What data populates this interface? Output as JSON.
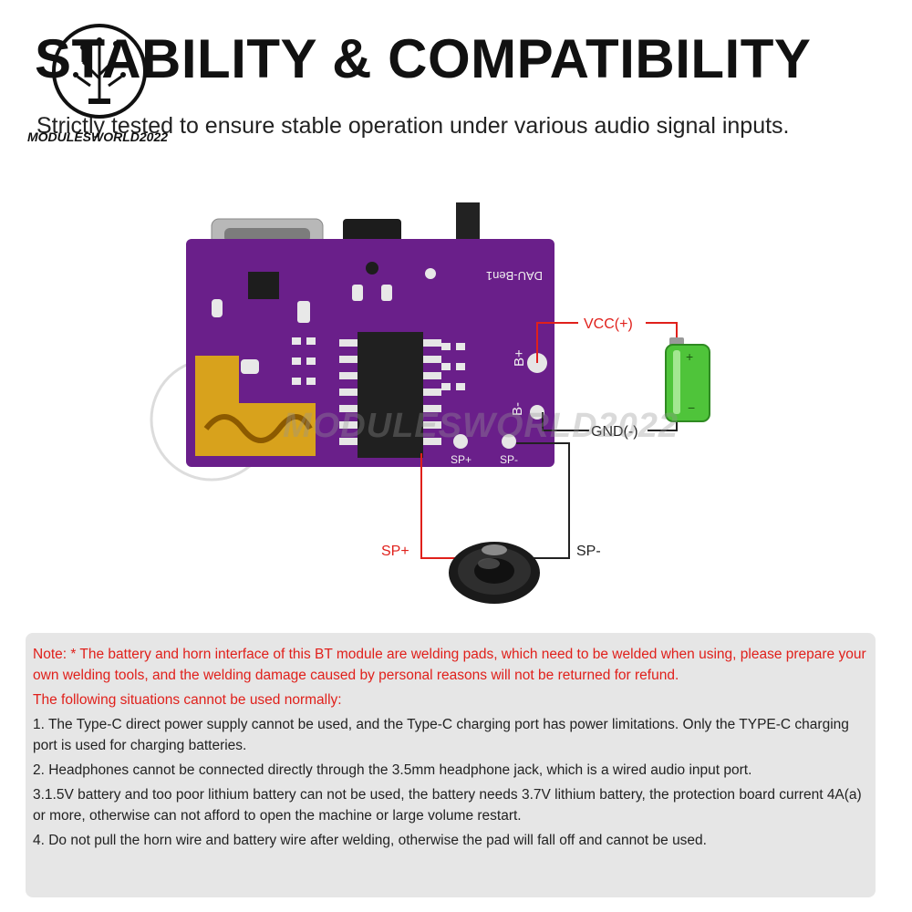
{
  "header": {
    "title": "STABILITY & COMPATIBILITY",
    "subtitle": "Strictly tested to ensure stable operation under various audio signal inputs.",
    "logo_text": "MODULESWORLD2022"
  },
  "diagram": {
    "board_label": "DAU-Ben1",
    "pad_labels": {
      "b_plus": "B+",
      "b_minus": "B-",
      "sp_plus": "SP+",
      "sp_minus": "SP-"
    },
    "callouts": {
      "vcc": "VCC(+)",
      "gnd": "GND(-)",
      "sp_plus": "SP+",
      "sp_minus": "SP-"
    },
    "watermark": "MODULESWORLD2022",
    "colors": {
      "board": "#6a1f8a",
      "wire_red": "#e0201b",
      "wire_black": "#222222",
      "battery_green": "#4fc43a"
    },
    "icons": [
      "battery-icon",
      "speaker-icon",
      "logo-icon"
    ]
  },
  "notes": {
    "note": "Note: * The battery and horn interface of this BT module are welding pads, which need to be welded when using, please prepare your own welding tools, and the welding damage caused by personal reasons will not be returned for refund.",
    "heading": "The following situations cannot be used normally:",
    "items": [
      "1. The Type-C direct power supply cannot be used, and the Type-C charging port has power limitations. Only the TYPE-C charging port is used for charging batteries.",
      "2. Headphones cannot be connected directly through the 3.5mm headphone jack, which is a wired audio input port.",
      "3.1.5V battery and too poor lithium battery can not be used, the battery needs 3.7V lithium battery, the protection board current 4A(a) or more, otherwise can not afford to open the machine or large volume restart.",
      "4. Do not pull the horn wire and battery wire after welding, otherwise the pad will fall off and cannot be used."
    ]
  }
}
